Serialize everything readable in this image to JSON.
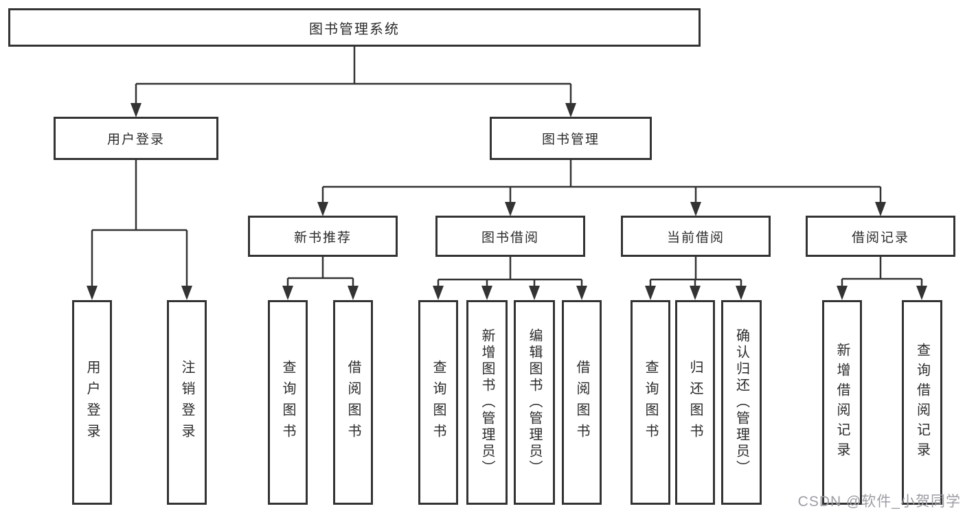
{
  "colors": {
    "line": "#333333",
    "box_border": "#333333",
    "box_background": "#ffffff",
    "text": "#2b2b2b",
    "watermark_text": "#9c9ca4"
  },
  "watermark": "CSDN @软件_小贺同学",
  "tree": {
    "root": {
      "label": "图书管理系统"
    },
    "children": [
      {
        "label": "用户登录",
        "children": [
          {
            "label": "用户登录"
          },
          {
            "label": "注销登录"
          }
        ]
      },
      {
        "label": "图书管理",
        "children": [
          {
            "label": "新书推荐",
            "children": [
              {
                "label": "查询图书"
              },
              {
                "label": "借阅图书"
              }
            ]
          },
          {
            "label": "图书借阅",
            "children": [
              {
                "label": "查询图书"
              },
              {
                "label": "新增图书（管理员）"
              },
              {
                "label": "编辑图书（管理员）"
              },
              {
                "label": "借阅图书"
              }
            ]
          },
          {
            "label": "当前借阅",
            "children": [
              {
                "label": "查询图书"
              },
              {
                "label": "归还图书"
              },
              {
                "label": "确认归还（管理员）"
              }
            ]
          },
          {
            "label": "借阅记录",
            "children": [
              {
                "label": "新增借阅记录"
              },
              {
                "label": "查询借阅记录"
              }
            ]
          }
        ]
      }
    ]
  }
}
